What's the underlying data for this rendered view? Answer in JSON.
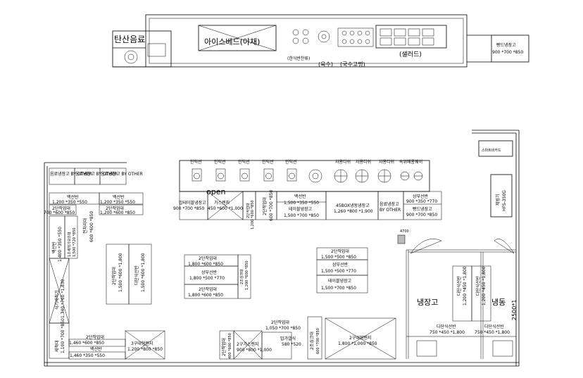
{
  "top_section": {
    "soda": "탄산음료",
    "ice_bed": "아이스베드(야채)",
    "hot_stove_note": "(한식반찬류)",
    "broth": "(육수)",
    "noodle_garnish": "(국수고명)",
    "salad": "(샐러드)",
    "bread_fridge": "빵드냉장고",
    "bread_fridge_dim": "900 *700 *850"
  },
  "hood_labels": [
    "인덕션",
    "인덕션",
    "인덕션",
    "인덕션",
    "인덕션",
    "차용디쉬",
    "차용디쉬",
    "차용디쉬",
    "속위메롱웨이"
  ],
  "open_label": "open",
  "top_right_box": "스마트비카드",
  "ice_machine": {
    "line1": "제빙기",
    "line2": "HFS-350G"
  },
  "label_fridge": "냉장고",
  "label_freezer": "냉동",
  "freezer_dim": "2500*1",
  "column_no": "4700",
  "items": [
    {
      "name": "음료냉장고 BY OTHER",
      "dim": ""
    },
    {
      "name": "음료냉장고 BY OTHER",
      "dim": ""
    },
    {
      "name": "음료냉장고 BY OTHER",
      "dim": ""
    },
    {
      "name": "백선반",
      "dim": "1,200 *350 *550"
    },
    {
      "name": "백선반",
      "dim": "1,200 *350 *550"
    },
    {
      "name": "2단작업대",
      "dim": "700 *600 *850"
    },
    {
      "name": "2단작업대",
      "dim": "1,200 *600 *850"
    },
    {
      "name": "밥테이블냉장고",
      "dim": "900 *700 *850"
    },
    {
      "name": "가스렌지",
      "dim": "450 *600 *1,000"
    },
    {
      "name": "2단작업대",
      "dim": "1,200 *600 *850"
    },
    {
      "name": "2단작업대",
      "dim": "600 *700 *850"
    },
    {
      "name": "백선반",
      "dim": "1,500 *350 *550"
    },
    {
      "name": "테이블냉장고",
      "dim": "1,500 *700 *850"
    },
    {
      "name": "45BOX냉동냉장고",
      "dim": "1,260 *800 *1,900"
    },
    {
      "name": "음료냉장고",
      "dim": "BY OTHER"
    },
    {
      "name": "상부선반",
      "dim": "900 *350 *770"
    },
    {
      "name": "빵드냉장고",
      "dim": "900 *700 *850"
    },
    {
      "name": "전처리대",
      "dim": "600 *600 *850"
    },
    {
      "name": "백선반",
      "dim": "1,400 *350 *550"
    },
    {
      "name": "1조세척기보조대",
      "dim": "1,500 *720 *850"
    },
    {
      "name": "2단작업대",
      "dim": "1,500 *600 *1,800"
    },
    {
      "name": "다단식선반",
      "dim": "1,500 *600 *1,800"
    },
    {
      "name": "2단작업대",
      "dim": "1,800 *600 *850"
    },
    {
      "name": "상부선반",
      "dim": "1,800 *500 *770"
    },
    {
      "name": "2단작업대",
      "dim": "1,800 *600 *850"
    },
    {
      "name": "2조싱크대",
      "dim": "1,200 *600 *850"
    },
    {
      "name": "2단작업대",
      "dim": "1,500 *500 *850"
    },
    {
      "name": "상부선반",
      "dim": "1,500 *500 *770"
    },
    {
      "name": "테이블냉장고",
      "dim": "1,500 *700 *850"
    },
    {
      "name": "다단식선반",
      "dim": "1,200 *450 *1,800"
    },
    {
      "name": "다단식선반",
      "dim": "1,200 *450 *1,800"
    },
    {
      "name": "다단식선반",
      "dim": "750 *450 *1,800"
    },
    {
      "name": "다단식선반",
      "dim": "750 *450 *1,800"
    },
    {
      "name": "식기세척기",
      "dim": "1,340 *760 *1,830"
    },
    {
      "name": "세척대",
      "dim": "1,100 *700 *850"
    },
    {
      "name": "2단작업대",
      "dim": "1,460 *600 *850"
    },
    {
      "name": "백선반",
      "dim": "1,460 *350 *550"
    },
    {
      "name": "3구대형렌지",
      "dim": "1,200 *800 *850"
    },
    {
      "name": "2단작업대",
      "dim": "400 *600 *850"
    },
    {
      "name": "2구가스렌지",
      "dim": "900 *800 *1,000"
    },
    {
      "name": "2단작업대",
      "dim": "1,050 *700 *850"
    },
    {
      "name": "밥가열식",
      "dim": "580 *520"
    },
    {
      "name": "2조싱크대",
      "dim": "600 *700 *850"
    },
    {
      "name": "2구대형렌지",
      "dim": "1,800 *1,000 *850"
    }
  ]
}
